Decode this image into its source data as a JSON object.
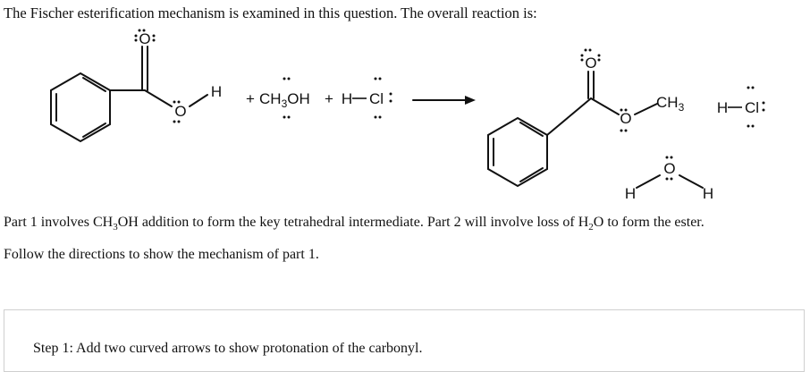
{
  "question": {
    "intro": "The Fischer esterification mechanism is examined in this question. The overall reaction is:",
    "part1_parts": [
      "Part 1 involves CH",
      "3",
      "OH addition to form the key tetrahedral intermediate. Part 2 will involve loss of H",
      "2",
      "O to form the ester."
    ],
    "follow": "Follow the directions to show the mechanism of part 1."
  },
  "scheme": {
    "acid_O_carbonyl": "O",
    "acid_O_hydroxyl": "O",
    "acid_H": "H",
    "plus_1": "+",
    "methanol_parts": [
      "CH",
      "3",
      "OH"
    ],
    "plus_2": "+",
    "hcl_left": "H",
    "hcl_right": "Cl",
    "ester_O_carbonyl": "O",
    "ester_O_ether": "O",
    "ester_CH3_parts": [
      "CH",
      "3"
    ],
    "product_hcl_left": "H",
    "product_hcl_right": "Cl",
    "water_O": "O",
    "water_H_left": "H",
    "water_H_right": "H"
  },
  "step": {
    "text": "Step 1: Add two curved arrows to show protonation of the carbonyl."
  }
}
